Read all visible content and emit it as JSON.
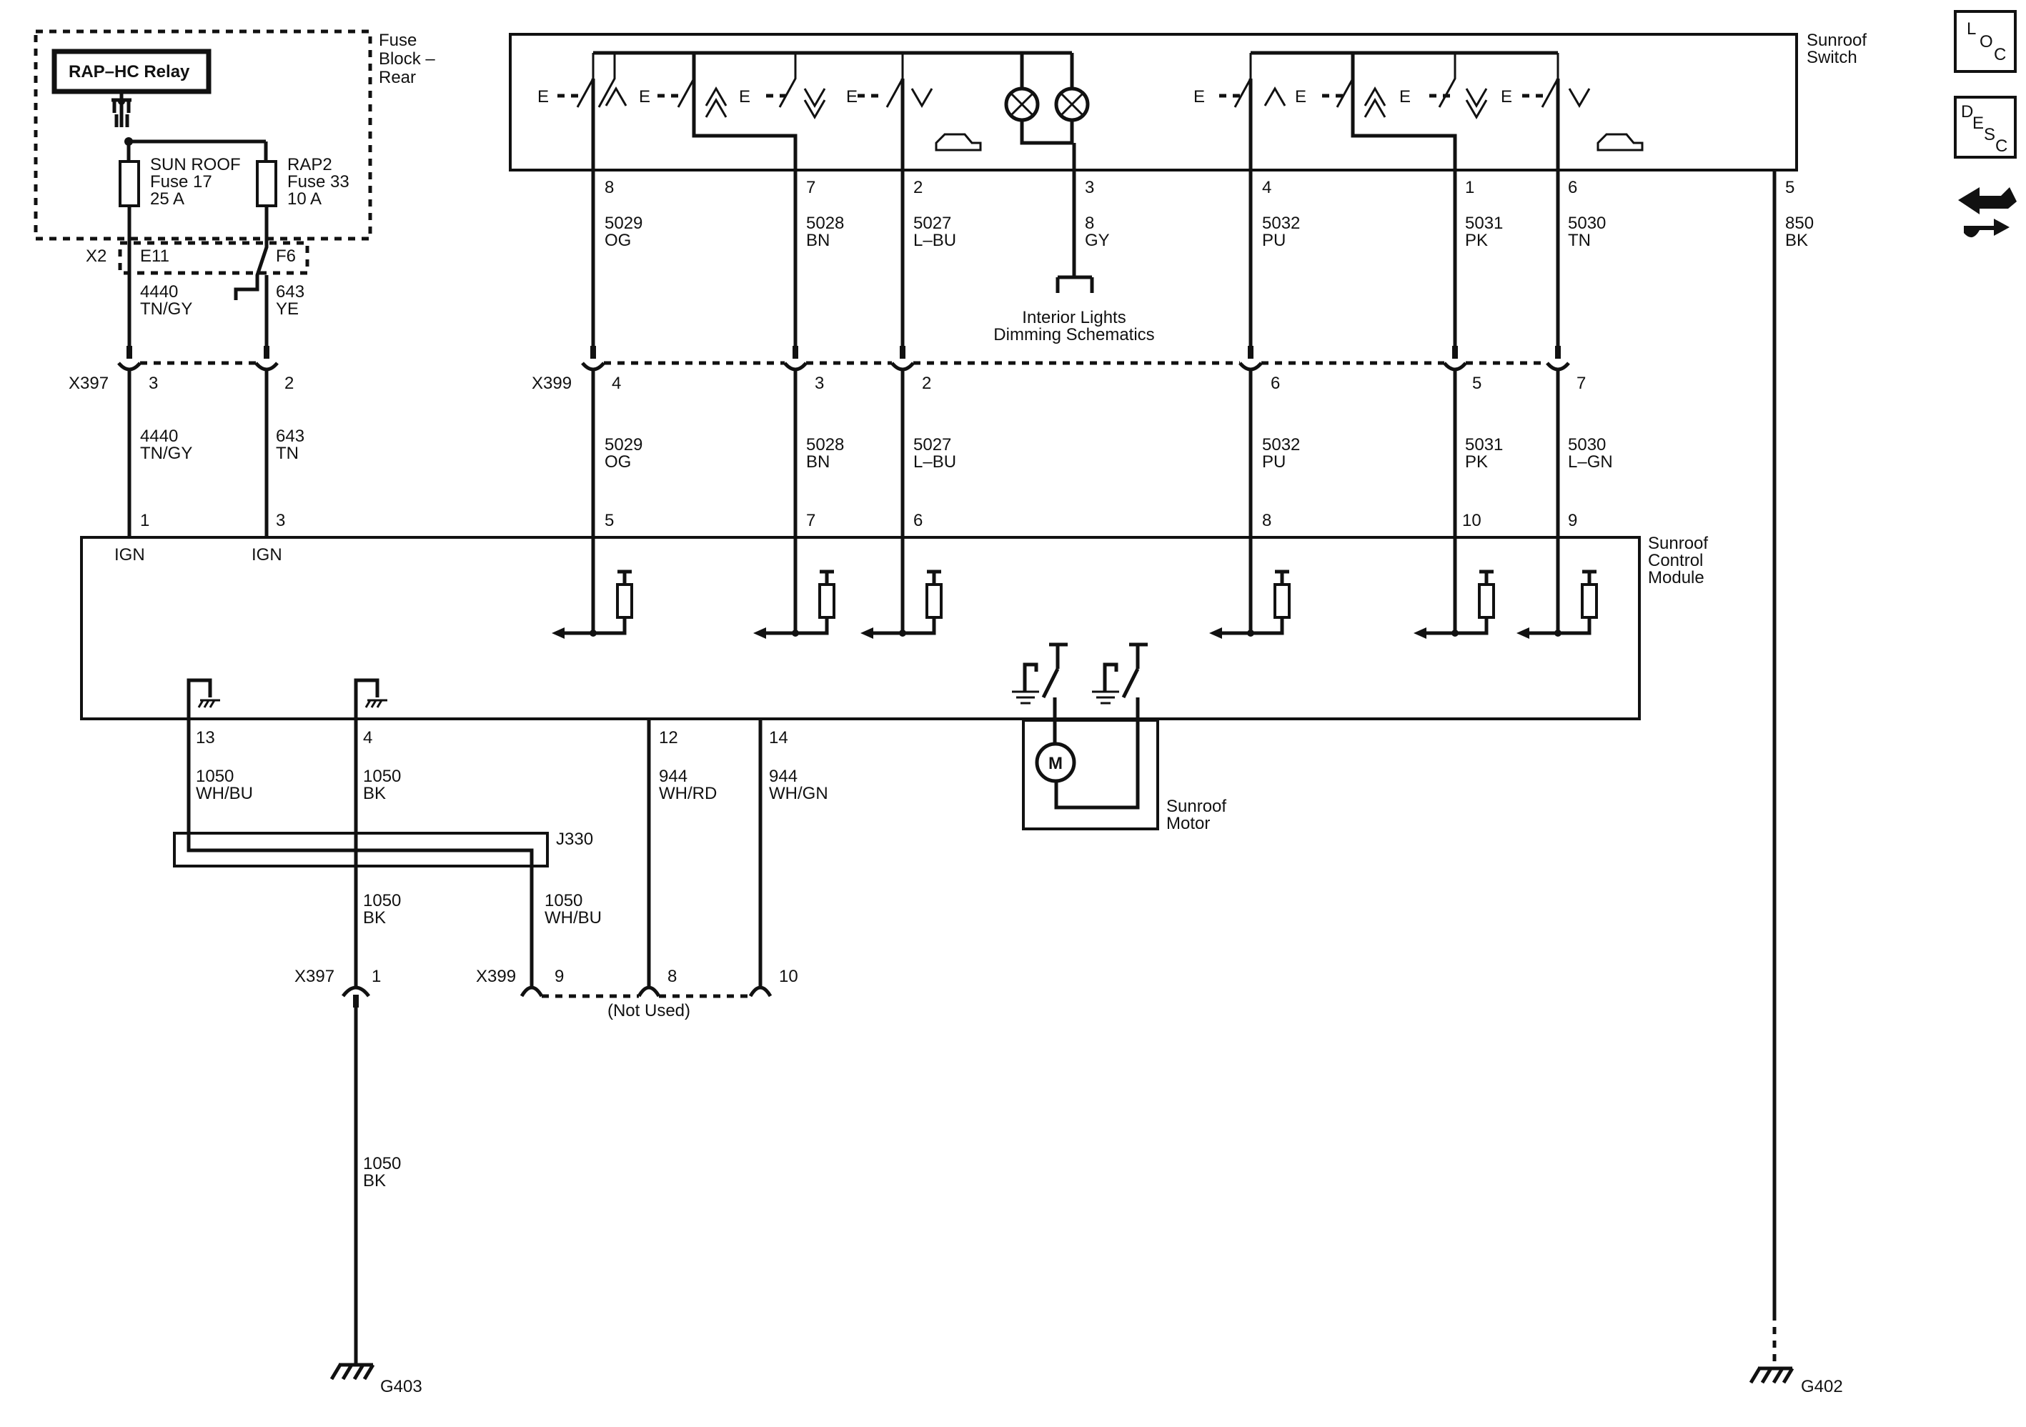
{
  "fuse_block": {
    "title_lines": [
      "Fuse",
      "Block –",
      "Rear"
    ],
    "relay": "RAP–HC Relay",
    "fuse_a": {
      "lines": [
        "SUN ROOF",
        "Fuse 17",
        "25 A"
      ],
      "pin": "E11"
    },
    "fuse_b": {
      "lines": [
        "RAP2",
        "Fuse 33",
        "10 A"
      ],
      "pin": "F6"
    },
    "connector": "X2"
  },
  "switch": {
    "title_lines": [
      "Sunroof",
      "Switch"
    ],
    "outputs": [
      {
        "pin": "8",
        "circuit": "5029",
        "color": "OG"
      },
      {
        "pin": "7",
        "circuit": "5028",
        "color": "BN"
      },
      {
        "pin": "2",
        "circuit": "5027",
        "color": "L–BU"
      },
      {
        "pin": "3",
        "circuit": "8",
        "color": "GY"
      },
      {
        "pin": "4",
        "circuit": "5032",
        "color": "PU"
      },
      {
        "pin": "1",
        "circuit": "5031",
        "color": "PK"
      },
      {
        "pin": "6",
        "circuit": "5030",
        "color": "TN"
      },
      {
        "pin": "5",
        "circuit": "850",
        "color": "BK"
      }
    ],
    "e_label": "E"
  },
  "interior_lights": [
    "Interior Lights",
    "Dimming Schematics"
  ],
  "fuse_wires": [
    {
      "circuit": "4440",
      "color": "TN/GY"
    },
    {
      "circuit": "643",
      "color": "YE"
    }
  ],
  "x397_top": {
    "name": "X397",
    "pins": [
      "3",
      "2"
    ],
    "wires": [
      {
        "circuit": "4440",
        "color": "TN/GY"
      },
      {
        "circuit": "643",
        "color": "TN"
      }
    ]
  },
  "x399_top": {
    "name": "X399",
    "pins": [
      "4",
      "3",
      "2",
      "6",
      "5",
      "7"
    ],
    "wires": [
      {
        "circuit": "5029",
        "color": "OG"
      },
      {
        "circuit": "5028",
        "color": "BN"
      },
      {
        "circuit": "5027",
        "color": "L–BU"
      },
      {
        "circuit": "5032",
        "color": "PU"
      },
      {
        "circuit": "5031",
        "color": "PK"
      },
      {
        "circuit": "5030",
        "color": "L–GN"
      }
    ]
  },
  "module": {
    "title_lines": [
      "Sunroof",
      "Control",
      "Module"
    ],
    "top_pins": [
      "1",
      "3",
      "5",
      "7",
      "6",
      "8",
      "10",
      "9"
    ],
    "ign": "IGN",
    "bottom_pins": [
      "13",
      "4",
      "12",
      "14"
    ]
  },
  "module_wires": [
    {
      "circuit": "1050",
      "color": "WH/BU"
    },
    {
      "circuit": "1050",
      "color": "BK"
    },
    {
      "circuit": "944",
      "color": "WH/RD"
    },
    {
      "circuit": "944",
      "color": "WH/GN"
    }
  ],
  "motor": {
    "symbol": "M",
    "title_lines": [
      "Sunroof",
      "Motor"
    ]
  },
  "splice": {
    "name": "J330"
  },
  "splice_wires": [
    {
      "circuit": "1050",
      "color": "BK"
    },
    {
      "circuit": "1050",
      "color": "WH/BU"
    }
  ],
  "x397_bottom": {
    "name": "X397",
    "pin": "1"
  },
  "x399_bottom": {
    "name": "X399",
    "pins": [
      "9",
      "8",
      "10"
    ],
    "note": "(Not Used)"
  },
  "ground_wire": {
    "circuit": "1050",
    "color": "BK"
  },
  "grounds": [
    "G403",
    "G402"
  ],
  "nav_icons": [
    {
      "name": "location-icon",
      "letters": [
        "L",
        "O",
        "C"
      ]
    },
    {
      "name": "description-icon",
      "letters": [
        "D",
        "E",
        "S",
        "C"
      ]
    },
    {
      "name": "diagnostics-icon"
    }
  ]
}
